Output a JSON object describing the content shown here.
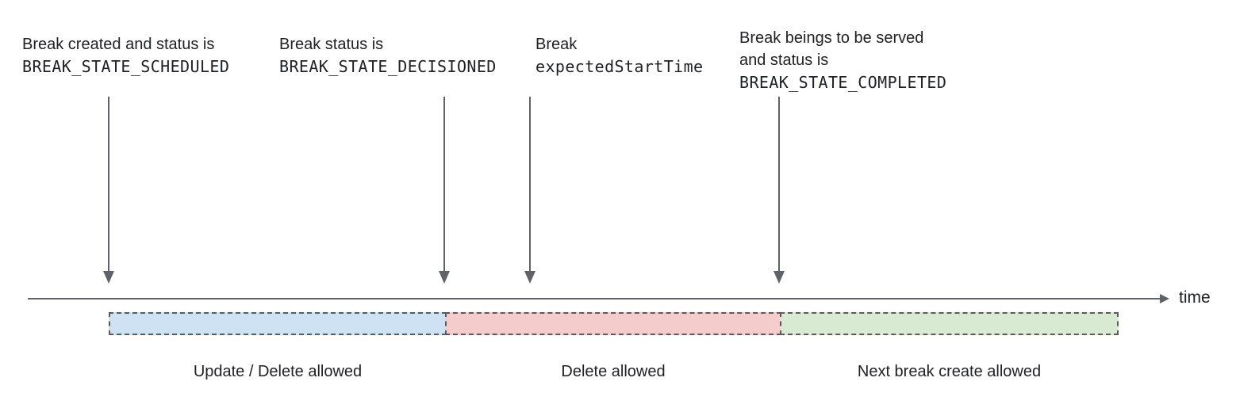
{
  "annotations": [
    {
      "line1": "Break created and status is",
      "code": "BREAK_STATE_SCHEDULED"
    },
    {
      "line1": "Break status is",
      "code": "BREAK_STATE_DECISIONED"
    },
    {
      "line1": "Break",
      "code": "expectedStartTime"
    },
    {
      "line1": "Break beings to be served",
      "line2": "and status is",
      "code": "BREAK_STATE_COMPLETED"
    }
  ],
  "timeline": {
    "axis_label": "time"
  },
  "segments": [
    {
      "label": "Update / Delete allowed",
      "fill": "#cfe2f3"
    },
    {
      "label": "Delete allowed",
      "fill": "#f4cccc"
    },
    {
      "label": "Next break create allowed",
      "fill": "#d9ead3"
    }
  ],
  "colors": {
    "arrow": "#5f6368",
    "segment_border": "#5a5a5a",
    "text": "#202124"
  }
}
